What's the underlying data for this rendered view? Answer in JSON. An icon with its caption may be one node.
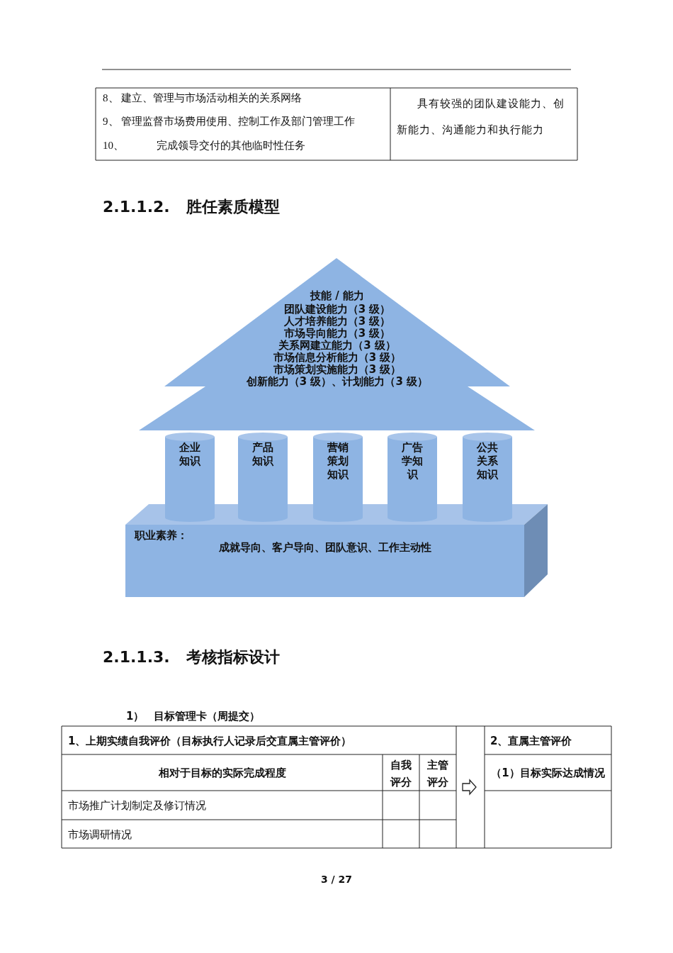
{
  "diagram": {
    "nodes": [
      {
        "text": [
          "技能 / 能力",
          "团队建设能力（3 级）",
          "人才培养能力（3 级）",
          "市场导向能力（3 级）",
          "关系网建立能力（3 级）",
          "市场信息分析能力（3 级）",
          "市场策划实施能力（3 级）",
          "创新能力（3 级）、计划能力（3 级）"
        ]
      },
      {
        "text": [
          "企业知识"
        ]
      },
      {
        "text": [
          "产品知识"
        ]
      },
      {
        "text": [
          "营销策划知识"
        ]
      },
      {
        "text": [
          "广告学知识"
        ]
      },
      {
        "text": [
          "公共关系知识"
        ]
      },
      {
        "text": [
          "职业素养：",
          "成就导向、客户导向、团队意识、工作主动性"
        ]
      }
    ],
    "edges": [],
    "labels": [
      "8、 建立、管理与市场活动相关的关系网络",
      "9、 管理监督市场费用使用、控制工作及部门管理工作",
      "10、 完成领导交付的其他临时性任务",
      "具有较强的团队建设能力、创新能力、沟通能力和执行能力",
      "2.1.1.2. 胜任素质模型",
      "2.1.1.3. 考核指标设计",
      "1） 目标管理卡（周提交）",
      "1、上期实绩自我评价（目标执行人记录后交直属主管评价）",
      "2、直属主管评价",
      "相对于目标的实际完成程度",
      "自我评分",
      "主管评分",
      "（1）目标实际达成情况",
      "市场推广计划制定及修订情况",
      "市场调研情况",
      "3 / 27"
    ]
  }
}
